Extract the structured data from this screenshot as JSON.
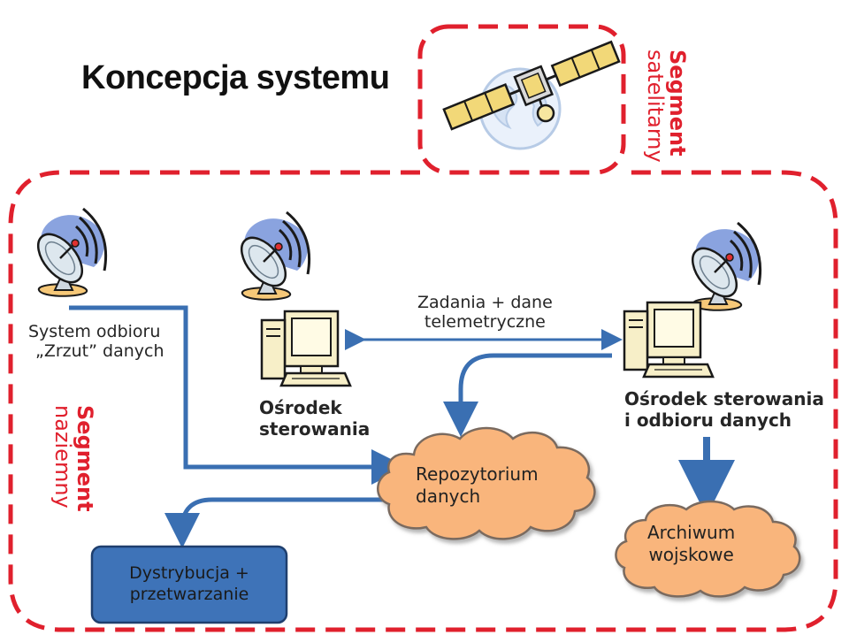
{
  "title": "Koncepcja systemu",
  "segments": {
    "satellite": {
      "line1": "Segment",
      "line2": "satelitarny"
    },
    "ground": {
      "line1": "Segment",
      "line2": "naziemny"
    }
  },
  "nodes": {
    "receiver": {
      "line1": "System odbioru",
      "line2": "„Zrzut” danych"
    },
    "control": {
      "line1": "Ośrodek",
      "line2": "sterowania"
    },
    "link": {
      "line1": "Zadania + dane",
      "line2": "telemetryczne"
    },
    "control_receive": {
      "line1": "Ośrodek sterowania",
      "line2": "i odbioru danych"
    },
    "repository": {
      "line1": "Repozytorium",
      "line2": "danych"
    },
    "archive": {
      "line1": "Archiwum",
      "line2": "wojskowe"
    },
    "distribution": {
      "line1": "Dystrybucja +",
      "line2": "przetwarzanie"
    }
  },
  "colors": {
    "dashed_border": "#e0202d",
    "arrow_blue": "#3a6fb2",
    "cloud_fill": "#f9b57c",
    "box_fill": "#3e73b8",
    "antenna_beam": "#8aa3df"
  },
  "icons": [
    "satellite-icon",
    "globe-icon",
    "satellite-dish-icon",
    "computer-icon"
  ]
}
